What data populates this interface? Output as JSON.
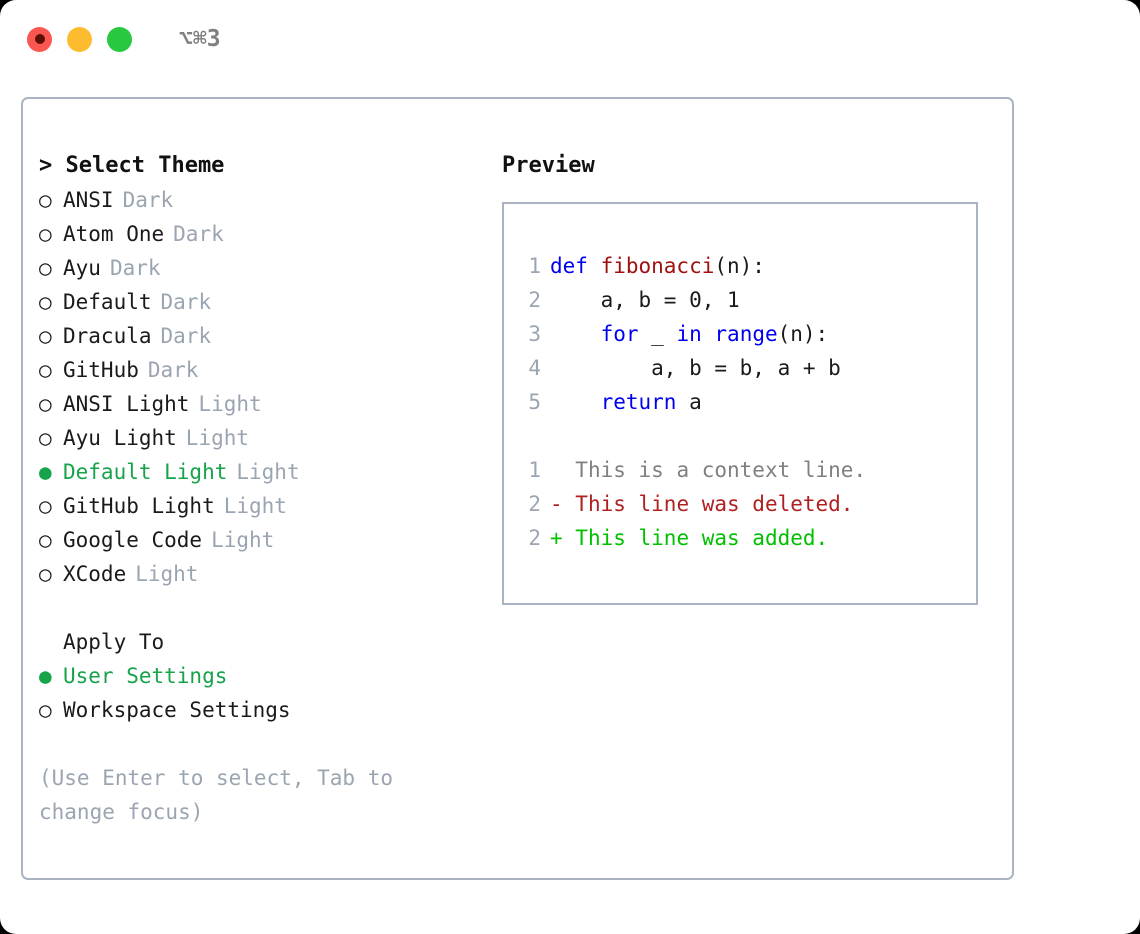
{
  "titlebar": {
    "shortcut": "⌥⌘3",
    "buttons": [
      {
        "name": "close",
        "color": "#f9574f"
      },
      {
        "name": "minimize",
        "color": "#fdbc2f"
      },
      {
        "name": "maximize",
        "color": "#28c840"
      }
    ]
  },
  "theme_picker": {
    "heading": "> Select Theme",
    "items": [
      {
        "bullet": "○",
        "label": "ANSI",
        "tag": "Dark",
        "selected": false
      },
      {
        "bullet": "○",
        "label": "Atom One",
        "tag": "Dark",
        "selected": false
      },
      {
        "bullet": "○",
        "label": "Ayu",
        "tag": "Dark",
        "selected": false
      },
      {
        "bullet": "○",
        "label": "Default",
        "tag": "Dark",
        "selected": false
      },
      {
        "bullet": "○",
        "label": "Dracula",
        "tag": "Dark",
        "selected": false
      },
      {
        "bullet": "○",
        "label": "GitHub",
        "tag": "Dark",
        "selected": false
      },
      {
        "bullet": "○",
        "label": "ANSI Light",
        "tag": "Light",
        "selected": false
      },
      {
        "bullet": "○",
        "label": "Ayu Light",
        "tag": "Light",
        "selected": false
      },
      {
        "bullet": "●",
        "label": "Default Light",
        "tag": "Light",
        "selected": true
      },
      {
        "bullet": "○",
        "label": "GitHub Light",
        "tag": "Light",
        "selected": false
      },
      {
        "bullet": "○",
        "label": "Google Code",
        "tag": "Light",
        "selected": false
      },
      {
        "bullet": "○",
        "label": "XCode",
        "tag": "Light",
        "selected": false
      }
    ]
  },
  "apply_to": {
    "heading": "Apply To",
    "items": [
      {
        "bullet": "●",
        "label": "User Settings",
        "selected": true
      },
      {
        "bullet": "○",
        "label": "Workspace Settings",
        "selected": false
      }
    ]
  },
  "hint": "(Use Enter to select, Tab to change focus)",
  "preview": {
    "title": "Preview",
    "code_lines": [
      {
        "num": "1",
        "segments": [
          {
            "text": "def ",
            "style": "kw"
          },
          {
            "text": "fibonacci",
            "style": "fn"
          },
          {
            "text": "(n):",
            "style": "pl"
          }
        ]
      },
      {
        "num": "2",
        "segments": [
          {
            "text": "    a, b = 0, 1",
            "style": "pl"
          }
        ]
      },
      {
        "num": "3",
        "segments": [
          {
            "text": "    ",
            "style": "pl"
          },
          {
            "text": "for",
            "style": "kw"
          },
          {
            "text": " _ ",
            "style": "pl"
          },
          {
            "text": "in",
            "style": "kw"
          },
          {
            "text": " ",
            "style": "pl"
          },
          {
            "text": "range",
            "style": "kw"
          },
          {
            "text": "(n):",
            "style": "pl"
          }
        ]
      },
      {
        "num": "4",
        "segments": [
          {
            "text": "        a, b = b, a + b",
            "style": "pl"
          }
        ]
      },
      {
        "num": "5",
        "segments": [
          {
            "text": "    ",
            "style": "pl"
          },
          {
            "text": "return",
            "style": "kw"
          },
          {
            "text": " a",
            "style": "pl"
          }
        ]
      }
    ],
    "diff_lines": [
      {
        "num": "1",
        "marker": "  ",
        "text": "This is a context line.",
        "kind": "ctx"
      },
      {
        "num": "2",
        "marker": "- ",
        "text": "This line was deleted.",
        "kind": "del"
      },
      {
        "num": "2",
        "marker": "+ ",
        "text": "This line was added.",
        "kind": "add"
      }
    ]
  },
  "colors": {
    "accent_green": "#16a34a",
    "keyword_blue": "#0000ee",
    "function_red": "#a01010",
    "diff_delete": "#b02020",
    "diff_add": "#00c000",
    "muted_gray": "#9aa5b1",
    "border": "#aab4c2"
  }
}
